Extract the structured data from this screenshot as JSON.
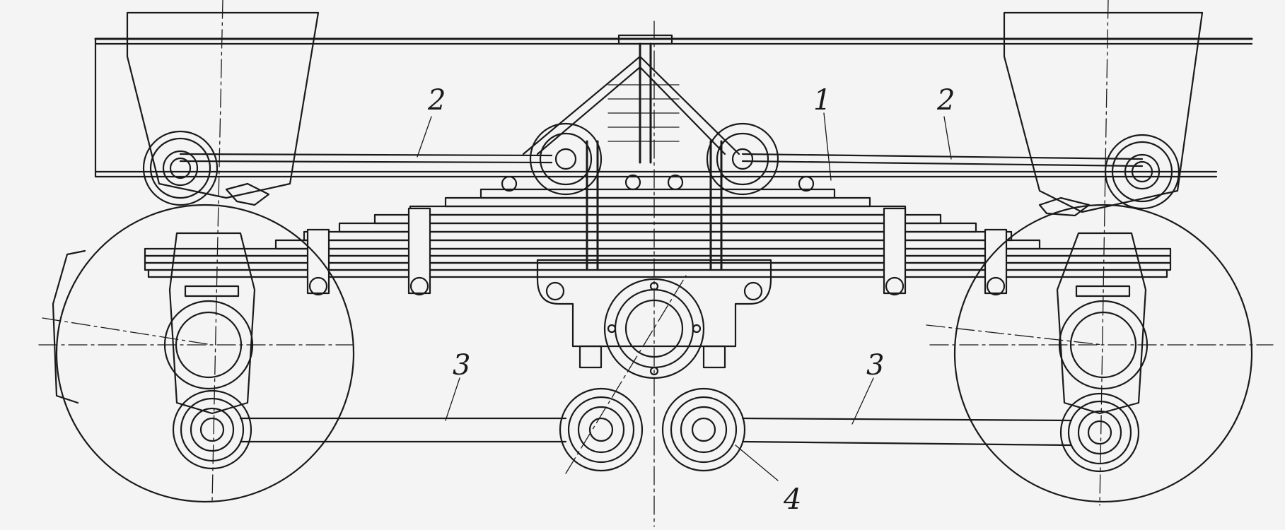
{
  "callouts": {
    "frame_label": "1",
    "leaf_rod_left_label": "2",
    "leaf_rod_right_label": "2",
    "lower_rod_left_label": "3",
    "lower_rod_right_label": "3",
    "roller_pair_label": "4"
  },
  "colors": {
    "line": "#1a1a1a",
    "background": "#f4f4f4"
  }
}
